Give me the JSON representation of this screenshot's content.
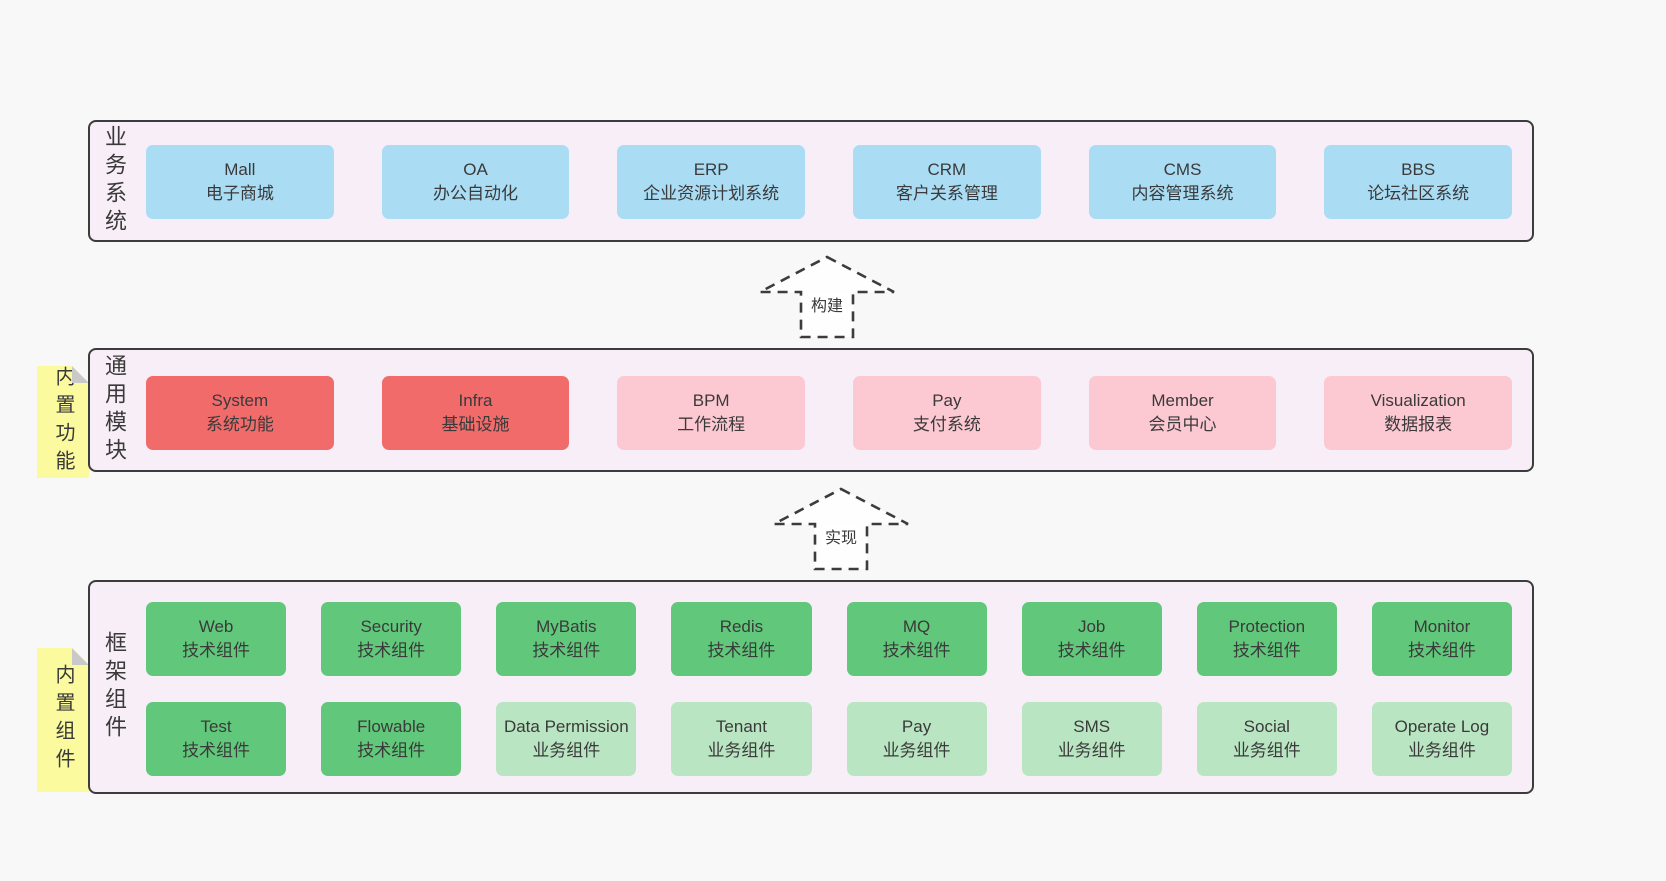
{
  "colors": {
    "page_bg": "#f8f8f8",
    "panel_bg": "#f8eef7",
    "panel_border": "#3c3c3c",
    "box_blue": "#aadcf4",
    "box_red": "#f16b6b",
    "box_pink": "#fcc8d2",
    "box_green": "#61c87b",
    "box_green_light": "#b9e5c2",
    "note_yellow": "#fbfa9e",
    "note_fold": "#c9c9c9",
    "arrow_fill": "#fefefe",
    "label_bg": "#ffffff",
    "text": "#3a3a3a"
  },
  "layers": [
    {
      "label": "业务系统",
      "rows": [
        [
          {
            "title": "Mall",
            "subtitle": "电子商城"
          },
          {
            "title": "OA",
            "subtitle": "办公自动化"
          },
          {
            "title": "ERP",
            "subtitle": "企业资源计划系统"
          },
          {
            "title": "CRM",
            "subtitle": "客户关系管理"
          },
          {
            "title": "CMS",
            "subtitle": "内容管理系统"
          },
          {
            "title": "BBS",
            "subtitle": "论坛社区系统"
          }
        ]
      ]
    },
    {
      "label": "通用模块",
      "note": "内置功能",
      "rows": [
        [
          {
            "title": "System",
            "subtitle": "系统功能"
          },
          {
            "title": "Infra",
            "subtitle": "基础设施"
          },
          {
            "title": "BPM",
            "subtitle": "工作流程"
          },
          {
            "title": "Pay",
            "subtitle": "支付系统"
          },
          {
            "title": "Member",
            "subtitle": "会员中心"
          },
          {
            "title": "Visualization",
            "subtitle": "数据报表"
          }
        ]
      ]
    },
    {
      "label": "框架组件",
      "note": "内置组件",
      "rows": [
        [
          {
            "title": "Web",
            "subtitle": "技术组件"
          },
          {
            "title": "Security",
            "subtitle": "技术组件"
          },
          {
            "title": "MyBatis",
            "subtitle": "技术组件"
          },
          {
            "title": "Redis",
            "subtitle": "技术组件"
          },
          {
            "title": "MQ",
            "subtitle": "技术组件"
          },
          {
            "title": "Job",
            "subtitle": "技术组件"
          },
          {
            "title": "Protection",
            "subtitle": "技术组件"
          },
          {
            "title": "Monitor",
            "subtitle": "技术组件"
          }
        ],
        [
          {
            "title": "Test",
            "subtitle": "技术组件"
          },
          {
            "title": "Flowable",
            "subtitle": "技术组件"
          },
          {
            "title": "Data Permission",
            "subtitle": "业务组件"
          },
          {
            "title": "Tenant",
            "subtitle": "业务组件"
          },
          {
            "title": "Pay",
            "subtitle": "业务组件"
          },
          {
            "title": "SMS",
            "subtitle": "业务组件"
          },
          {
            "title": "Social",
            "subtitle": "业务组件"
          },
          {
            "title": "Operate Log",
            "subtitle": "业务组件"
          }
        ]
      ]
    }
  ],
  "arrows": [
    {
      "label": "构建"
    },
    {
      "label": "实现"
    }
  ]
}
